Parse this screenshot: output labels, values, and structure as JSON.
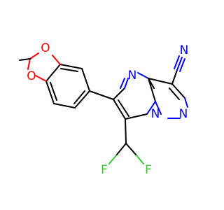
{
  "atom_labels": {
    "o_top": "O",
    "o_bottom": "O",
    "n_ring_top": "N",
    "n_ring_bridge": "N",
    "n_ring_right": "N",
    "n_nitrile": "N",
    "f_left": "F",
    "f_right": "F"
  },
  "colors": {
    "carbon_bond": "#000000",
    "nitrogen": "#0000ff",
    "oxygen": "#ff0000",
    "fluorine": "#33cc33",
    "background": "#ffffff"
  }
}
